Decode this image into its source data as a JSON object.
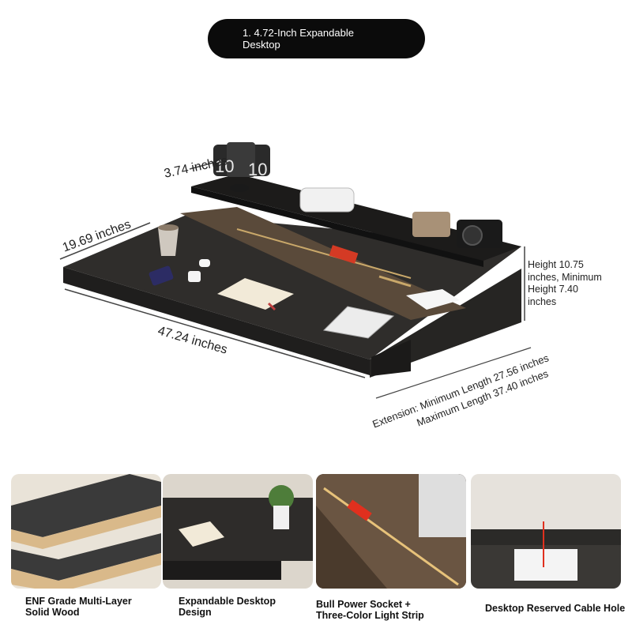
{
  "title": {
    "line1": "1. 4.72-Inch Expandable",
    "line2": "Desktop"
  },
  "dimensions": {
    "shelf_depth": "3.74 inches",
    "desk_depth": "19.69 inches",
    "desk_width": "47.24 inches",
    "height_lines": [
      "Height 10.75",
      "inches, Minimum",
      "Height 7.40",
      "inches"
    ],
    "extension_min": "Extension: Minimum Length 27.56 inches",
    "extension_max": "Maximum Length 37.40 inches"
  },
  "features": [
    {
      "line1": "ENF Grade Multi-Layer",
      "line2": "Solid Wood"
    },
    {
      "line1": "Expandable Desktop",
      "line2": "Design"
    },
    {
      "line1": "Bull Power Socket +",
      "line2": "Three-Color Light Strip"
    },
    {
      "line1": "Desktop Reserved Cable Hole",
      "line2": ""
    }
  ],
  "clock_digits": [
    "10",
    "10"
  ],
  "colors": {
    "desk": "#2b2a28",
    "wood_edge": "#d9b98a",
    "accent": "#e0301e",
    "pill": "#0b0b0b"
  }
}
